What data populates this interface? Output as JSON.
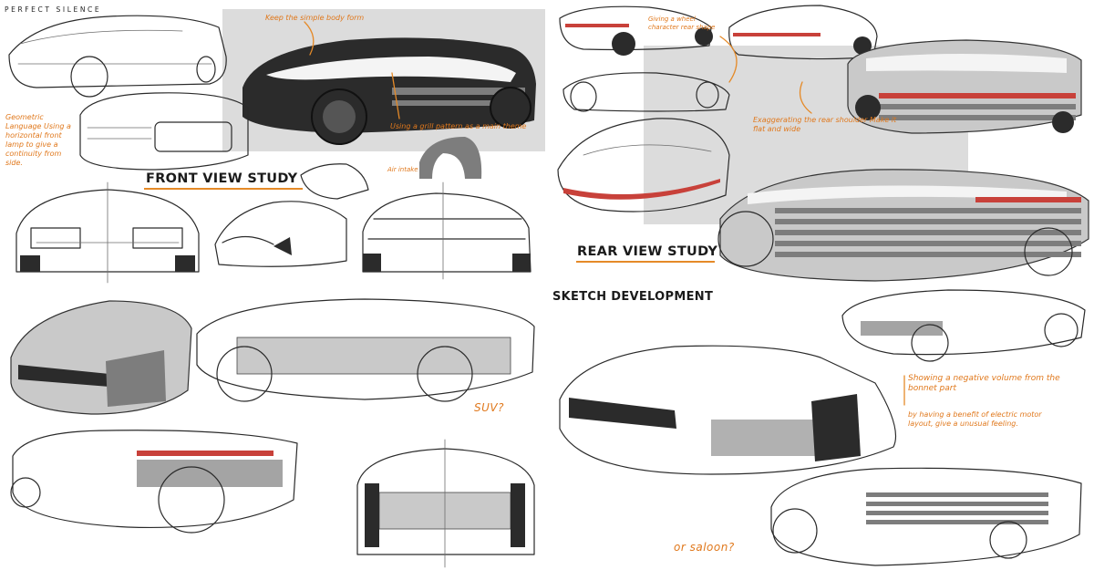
{
  "sheet": {
    "brand_label": "PERFECT SILENCE",
    "sections": {
      "front_view_title": "FRONT VIEW STUDY",
      "rear_view_title": "REAR VIEW STUDY",
      "development_title": "SKETCH DEVELOPMENT"
    },
    "annotations": {
      "body_form_note": "Keep the simple body form",
      "geometric_note": "Geometric Language Using a horizontal front lamp to give a continuity from side.",
      "grill_note": "Using a grill pattern as a main theme",
      "air_note": "Air intake",
      "rear_wheel_note": "Giving a wheel character rear shape",
      "shoulder_note": "Exaggerating the rear shoulder Make it flat and wide",
      "negative_volume_note": "Showing a negative volume from the bonnet part",
      "electric_note": "by having a benefit of electric motor layout, give a unusual feeling.",
      "suv_note": "SUV?",
      "saloon_note": "or saloon?"
    },
    "colors": {
      "annotation": "#e0781c",
      "tail_light": "#c8413a",
      "panel": "#dcdcdc"
    }
  }
}
